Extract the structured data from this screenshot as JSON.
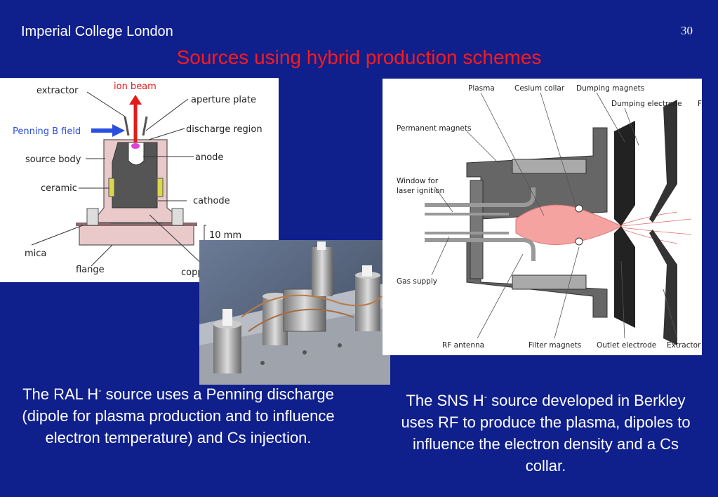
{
  "header": {
    "institution": "Imperial College London",
    "page_number": "30",
    "title": "Sources using hybrid production schemes"
  },
  "ral_diagram": {
    "labels": {
      "extractor": "extractor",
      "ion_beam": "ion beam",
      "aperture_plate": "aperture plate",
      "penning_field": "Penning B field",
      "discharge_region": "discharge region",
      "source_body": "source body",
      "anode": "anode",
      "ceramic": "ceramic",
      "cathode": "cathode",
      "scale": "10 mm",
      "mica": "mica",
      "flange": "flange",
      "copper_disc": "copper disc"
    }
  },
  "sns_diagram": {
    "labels": {
      "plasma": "Plasma",
      "cesium_collar": "Cesium collar",
      "dumping_magnets": "Dumping magnets",
      "dumping_electrode": "Dumping electrode",
      "edge_letter": "F",
      "permanent_magnets": "Permanent magnets",
      "window_line1": "Window for",
      "window_line2": "laser ignition",
      "gas_supply": "Gas supply",
      "rf_antenna": "RF antenna",
      "filter_magnets": "Filter magnets",
      "outlet_electrode": "Outlet electrode",
      "extractor": "Extractor"
    }
  },
  "captions": {
    "left": {
      "part1": "The RAL H",
      "sup": "-",
      "part2": " source uses a Penning discharge (dipole for plasma production and to influence electron temperature) and Cs injection."
    },
    "right": {
      "part1": "The SNS H",
      "sup": "-",
      "part2": " source developed in Berkley uses RF to produce the plasma, dipoles to influence the electron density and a Cs collar."
    }
  },
  "colors": {
    "background": "#0f1f8c",
    "title": "#ff1a1a",
    "text": "#ffffff"
  }
}
